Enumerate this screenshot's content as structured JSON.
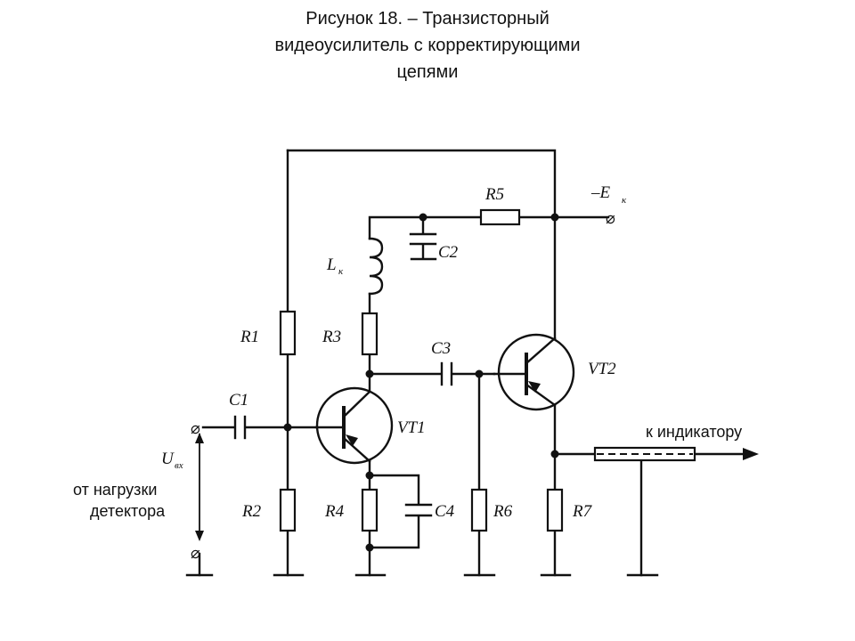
{
  "caption": {
    "line1": "Рисунок 18.   – Транзисторный",
    "line2": "видеоусилитель с корректирующими",
    "line3": "цепями"
  },
  "labels": {
    "r1": "R1",
    "r2": "R2",
    "r3": "R3",
    "r4": "R4",
    "r5": "R5",
    "r6": "R6",
    "r7": "R7",
    "c1": "C1",
    "c2": "C2",
    "c3": "C3",
    "c4": "C4",
    "lk": "L",
    "lk_sub": "к",
    "vt1": "VT1",
    "vt2": "VT2",
    "ek": "–E",
    "ek_sub": "к",
    "uin": "U",
    "uin_sub": "вх",
    "source_line1": "от нагрузки",
    "source_line2": "детектора",
    "output": "к индикатору"
  },
  "terminal_symbol": "⌀"
}
